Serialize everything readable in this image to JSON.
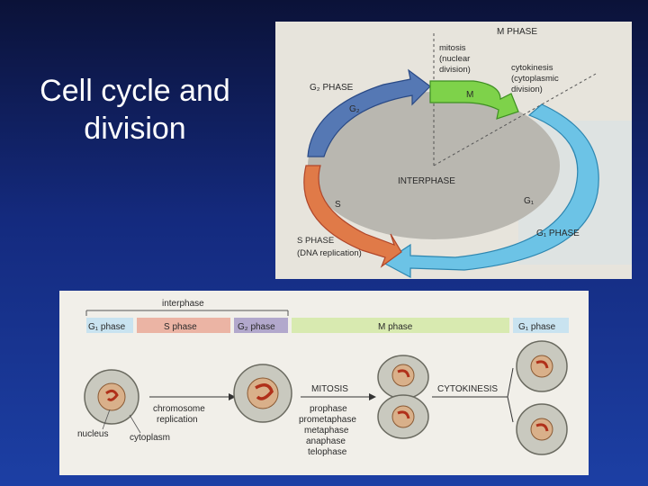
{
  "slide": {
    "title_line1": "Cell cycle and",
    "title_line2": "division"
  },
  "cycle_diagram": {
    "m_phase_label": "M PHASE",
    "mitosis_line1": "mitosis",
    "mitosis_line2": "(nuclear",
    "mitosis_line3": "division)",
    "cytokinesis_line1": "cytokinesis",
    "cytokinesis_line2": "(cytoplasmic",
    "cytokinesis_line3": "division)",
    "g2_phase_label": "G₂ PHASE",
    "g2_label": "G₂",
    "m_label": "M",
    "s_label": "S",
    "g1_label": "G₁",
    "interphase_label": "INTERPHASE",
    "s_phase_line1": "S PHASE",
    "s_phase_line2": "(DNA replication)",
    "g1_phase_label": "G₁ PHASE",
    "colors": {
      "g1": "#6cc3e6",
      "s": "#e07a48",
      "g2": "#5578b4",
      "m": "#7ed24a"
    }
  },
  "timeline_diagram": {
    "interphase_label": "interphase",
    "bars": [
      {
        "label": "G₁ phase",
        "color": "#c9e3f0"
      },
      {
        "label": "S phase",
        "color": "#ebb4a4"
      },
      {
        "label": "G₂ phase",
        "color": "#b2a8cc"
      },
      {
        "label": "M phase",
        "color": "#d8eab0"
      },
      {
        "label": "G₁ phase",
        "color": "#c9e3f0"
      }
    ],
    "chromosome_line1": "chromosome",
    "chromosome_line2": "replication",
    "nucleus_label": "nucleus",
    "cytoplasm_label": "cytoplasm",
    "mitosis_label": "MITOSIS",
    "cytokinesis_label": "CYTOKINESIS",
    "mitosis_stages": [
      "prophase",
      "prometaphase",
      "metaphase",
      "anaphase",
      "telophase"
    ]
  }
}
